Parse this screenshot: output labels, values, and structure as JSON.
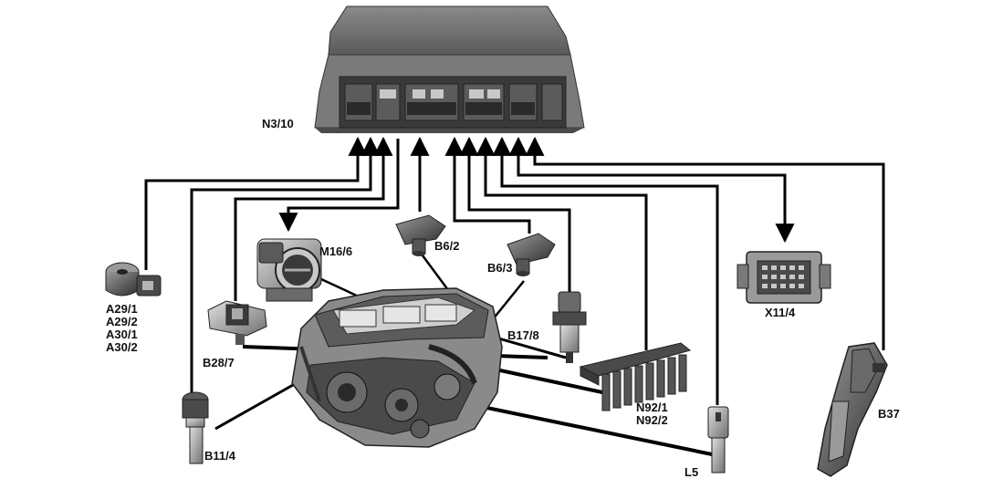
{
  "labels": {
    "ecu": "N3/10",
    "knock_sensors": [
      "A29/1",
      "A29/2",
      "A30/1",
      "A30/2"
    ],
    "throttle": "M16/6",
    "camshaft_sensor_1": "B6/2",
    "camshaft_sensor_2": "B6/3",
    "pressure_sensor": "B28/7",
    "oil_sensor": "B17/8",
    "coolant_sensor": "B11/4",
    "ignition_modules": [
      "N92/1",
      "N92/2"
    ],
    "diagnostic_connector": "X11/4",
    "crankshaft_sensor": "L5",
    "pedal_sensor": "B37"
  },
  "colors": {
    "line": "#000000",
    "housing": "#6e6e6e",
    "component_dark": "#3c3c3c",
    "component_light": "#b5b5b5"
  }
}
